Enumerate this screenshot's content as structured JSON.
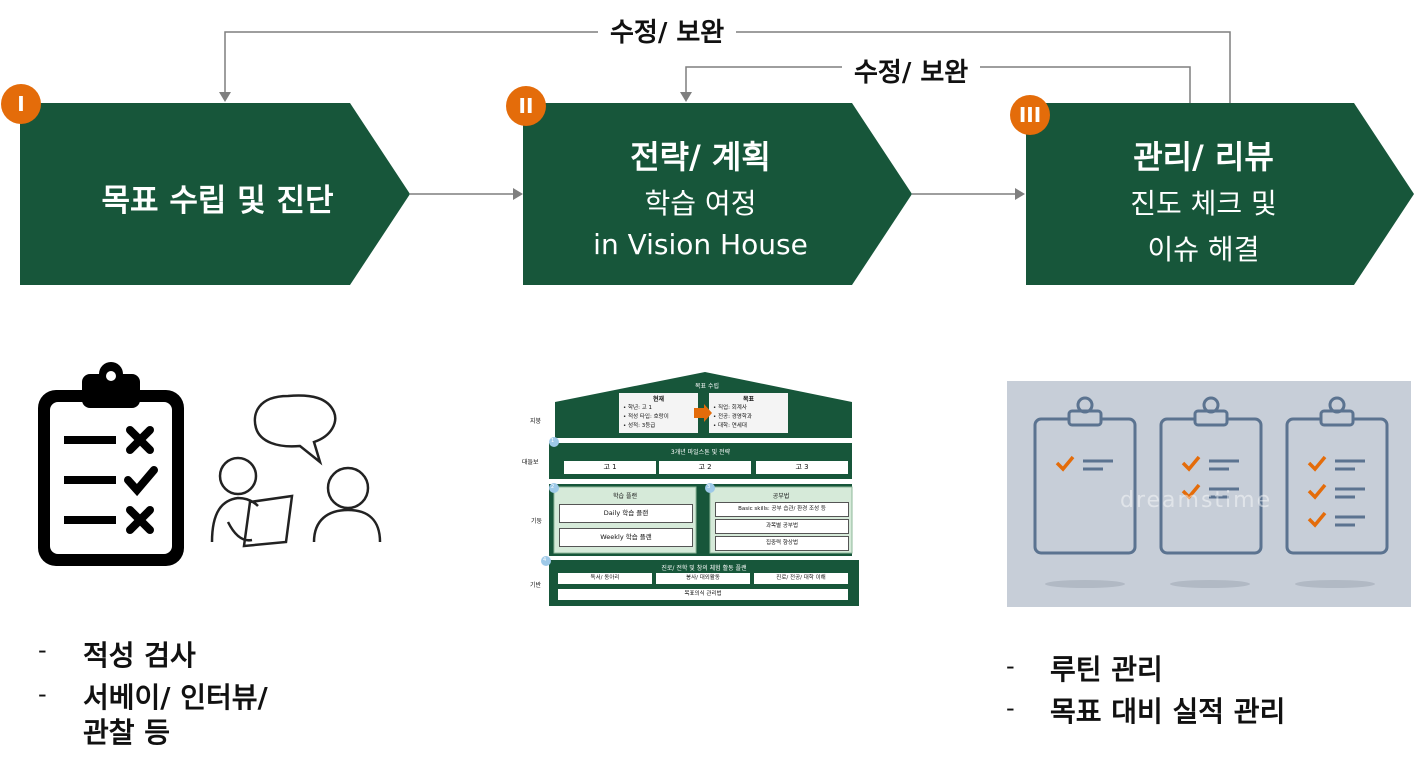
{
  "loops": {
    "outer_label": "수정/ 보완",
    "inner_label": "수정/ 보완"
  },
  "steps": [
    {
      "badge": "I",
      "title": "목표 수립 및 진단"
    },
    {
      "badge": "II",
      "title": "전략/ 계획",
      "line1": "학습 여정",
      "line2": "in Vision House"
    },
    {
      "badge": "III",
      "title": "관리/ 리뷰",
      "line1": "진도 체크 및",
      "line2": "이슈 해결"
    }
  ],
  "left_bullets": {
    "item1": "적성 검사",
    "item2_line1": "서베이/ 인터뷰/",
    "item2_line2": "관찰 등"
  },
  "right_bullets": {
    "item1": "루틴 관리",
    "item2": "목표 대비 실적 관리"
  },
  "vision_house": {
    "roof_title": "목표 수립",
    "roof_label": "지붕",
    "current_title": "현재",
    "current_items": [
      "• 학년: 고 1",
      "• 적성 타입: 호랑이",
      "• 성적: 3등급"
    ],
    "goal_title": "목표",
    "goal_items": [
      "• 직업: 회계사",
      "• 전공: 경영학과",
      "• 대학: 연세대"
    ],
    "beam_label": "대들보",
    "beam_title": "3개년 마일스톤 및 전략",
    "beam_items": [
      "고 1",
      "고 2",
      "고 3"
    ],
    "pillar_label": "기둥",
    "study_plan_title": "학습 플랜",
    "study_plan_items": [
      "Daily 학습 플랜",
      "Weekly 학습 플랜"
    ],
    "method_title": "공부법",
    "method_items": [
      "Basic skills: 공부 습관/ 환경 조성 등",
      "과목별 공부법",
      "집중력 향상법"
    ],
    "base_label": "기반",
    "base_title": "진로/ 전학 및 창의 체험 활동 플랜",
    "base_items": [
      "독서/ 동아리",
      "봉사/ 대외활동",
      "진로/ 전공/ 대학 이해"
    ],
    "base_bottom": "목표의식 관리법",
    "num1": "1",
    "num2": "2",
    "num3": "3",
    "num4": "4"
  },
  "watermark": "dreamstime",
  "colors": {
    "chevron": "#17563a",
    "badge": "#e46c0a",
    "arrow": "#7f7f7f",
    "clipboard_bg": "#c7ced8",
    "clipboard_line": "#5b7390",
    "check": "#e46c0a"
  }
}
